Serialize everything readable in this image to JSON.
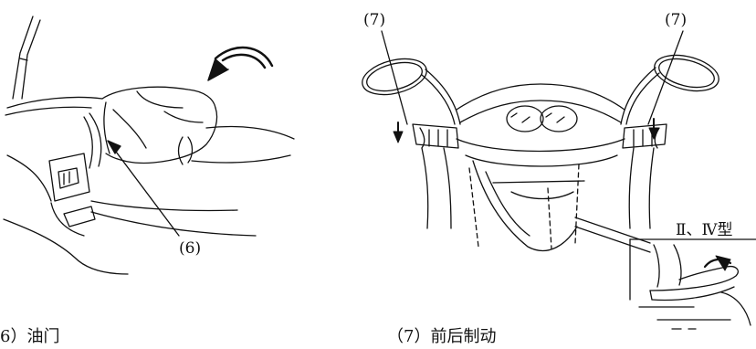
{
  "left_figure": {
    "callout": "(6)"
  },
  "right_figure": {
    "callout_left": "(7)",
    "callout_right": "(7)",
    "inset_label": "Ⅱ、Ⅳ型"
  },
  "captions": {
    "left": "6）油门",
    "right": "（7）前后制动"
  }
}
